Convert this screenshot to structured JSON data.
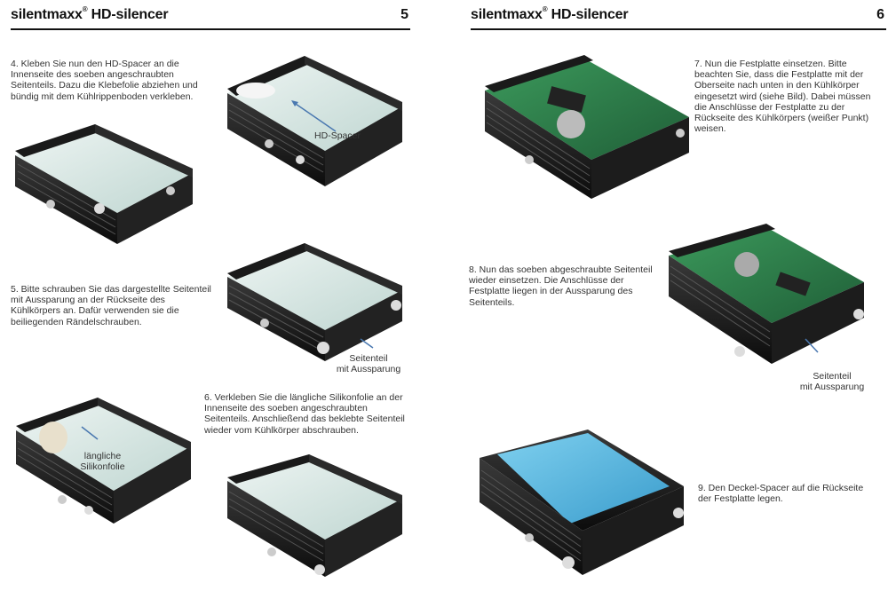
{
  "pages": [
    {
      "brand": "silentmaxx",
      "reg": "®",
      "product": "HD-silencer",
      "number": "5",
      "steps": {
        "step4": "4. Kleben Sie nun den HD-Spacer an die Innenseite des soeben angeschraubten Seitenteils. Dazu die Klebefolie abziehen und bündig mit dem Kühlrippenboden verkleben.",
        "step5": "5. Bitte schrauben Sie das dargestellte Seitenteil mit Aussparung an der Rückseite des Kühlkörpers an. Dafür verwenden sie die beiliegenden Rändelschrauben.",
        "step6": "6. Verkleben Sie die längliche Silikonfolie an der Innenseite des soeben angeschraubten Seitenteils. Anschließend das beklebte Seitenteil wieder vom Kühlkörper abschrauben."
      },
      "labels": {
        "hd_spacer": "HD-Spacer",
        "seitenteil_1": "Seitenteil",
        "seitenteil_2": "mit Aussparung",
        "silikon_1": "längliche",
        "silikon_2": "Silikonfolie"
      }
    },
    {
      "brand": "silentmaxx",
      "reg": "®",
      "product": "HD-silencer",
      "number": "6",
      "steps": {
        "step7": "7. Nun die Festplatte einsetzen. Bitte beachten Sie, dass die Festplatte mit der Oberseite nach unten in den Kühlkörper eingesetzt wird (siehe Bild). Dabei müssen die Anschlüsse der Festplatte zu der Rückseite des Kühlkörpers (weißer Punkt) weisen.",
        "step8": "8. Nun das soeben abgeschraubte Seitenteil wieder einsetzen. Die Anschlüsse der Festplatte liegen in der Aussparung des Seitenteils.",
        "step9": "9. Den Deckel-Spacer auf die Rückseite der Festplatte legen."
      },
      "labels": {
        "seitenteil_1": "Seitenteil",
        "seitenteil_2": "mit Aussparung"
      }
    }
  ],
  "colors": {
    "frame": "#1a1a1a",
    "tray": "#d6e6e2",
    "pcb": "#2f7a4a",
    "blue_spacer": "#4fb0d6",
    "arrow": "#4a78b0"
  }
}
